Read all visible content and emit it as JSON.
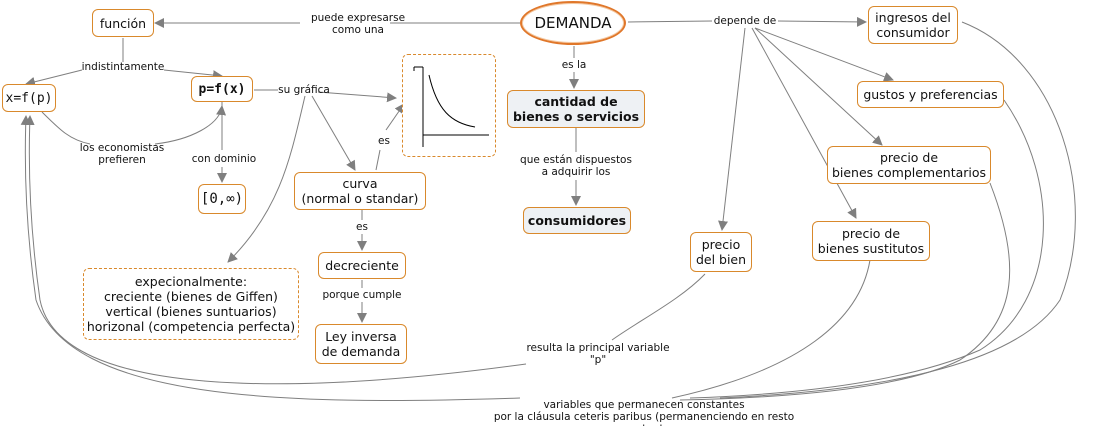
{
  "nodes": {
    "demanda": "DEMANDA",
    "funcion": "función",
    "x_fp": "x=f(p)",
    "p_fx": "p=f(x)",
    "dominio": "[0,∞)",
    "curva": "curva\n(normal o standar)",
    "decreciente": "decreciente",
    "ley": "Ley inversa\nde demanda",
    "expecional": "expecionalmente:\ncreciente (bienes de Giffen)\nvertical (bienes suntuarios)\nhorizonal (competencia perfecta)",
    "cantidad": "cantidad de\nbienes o servicios",
    "consumidores": "consumidores",
    "ingresos": "ingresos del\nconsumidor",
    "gustos": "gustos y preferencias",
    "complementarios": "precio de\nbienes complementarios",
    "sustitutos": "precio de\nbienes sustitutos",
    "precio_bien": "precio\ndel bien"
  },
  "links": {
    "puede_expresarse": "puede expresarse\ncomo una",
    "depende_de": "depende de",
    "es_la": "es la",
    "indistintamente": "indistintamente",
    "su_grafica": "su gráfica",
    "economistas": "los economistas\nprefieren",
    "con_dominio": "con dominio",
    "es_graph": "es",
    "es_curva": "es",
    "porque_cumple": "porque cumple",
    "que_estan": "que están dispuestos\na adquirir los",
    "resulta": "resulta la principal variable\n\"p\"",
    "variables": "variables que permanecen constantes\npor la cláusula ceteris paribus (permanenciendo en resto constante"
  },
  "colors": {
    "node_border": "#d9892c",
    "main_border": "#e0772a",
    "edge": "#7f7f7f",
    "fill_node": "#eef1f4"
  }
}
